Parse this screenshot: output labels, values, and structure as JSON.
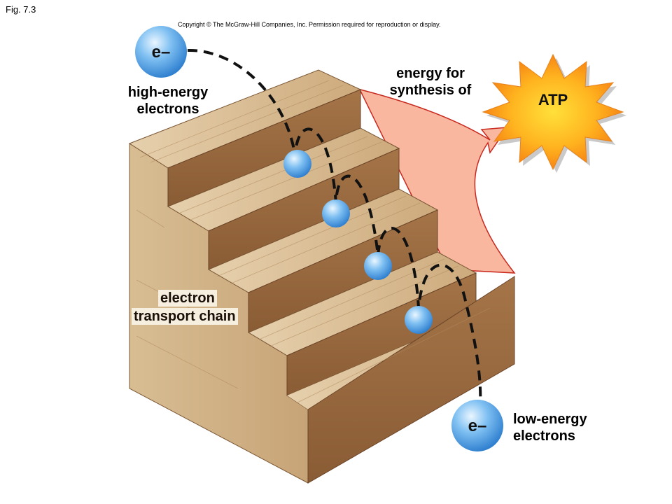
{
  "figure_label": "Fig. 7.3",
  "copyright": "Copyright © The McGraw-Hill Companies, Inc. Permission required for reproduction or display.",
  "electron_symbol": "e–",
  "high_energy_label": {
    "line1": "high-energy",
    "line2": "electrons"
  },
  "low_energy_label": {
    "line1": "low-energy",
    "line2": "electrons"
  },
  "energy_label": {
    "line1": "energy for",
    "line2": "synthesis of"
  },
  "atp_label": "ATP",
  "etc_label": {
    "line1": "electron",
    "line2": "transport chain"
  },
  "colors": {
    "electron": "#5aa7ea",
    "atp_burst": "#f79a1e",
    "energy_arrow": "#f7b59c",
    "stair_top": "#dcc19a",
    "stair_front": "#b98f64"
  },
  "icons": [
    "electron-sphere",
    "atp-starburst",
    "energy-arrow",
    "staircase"
  ]
}
